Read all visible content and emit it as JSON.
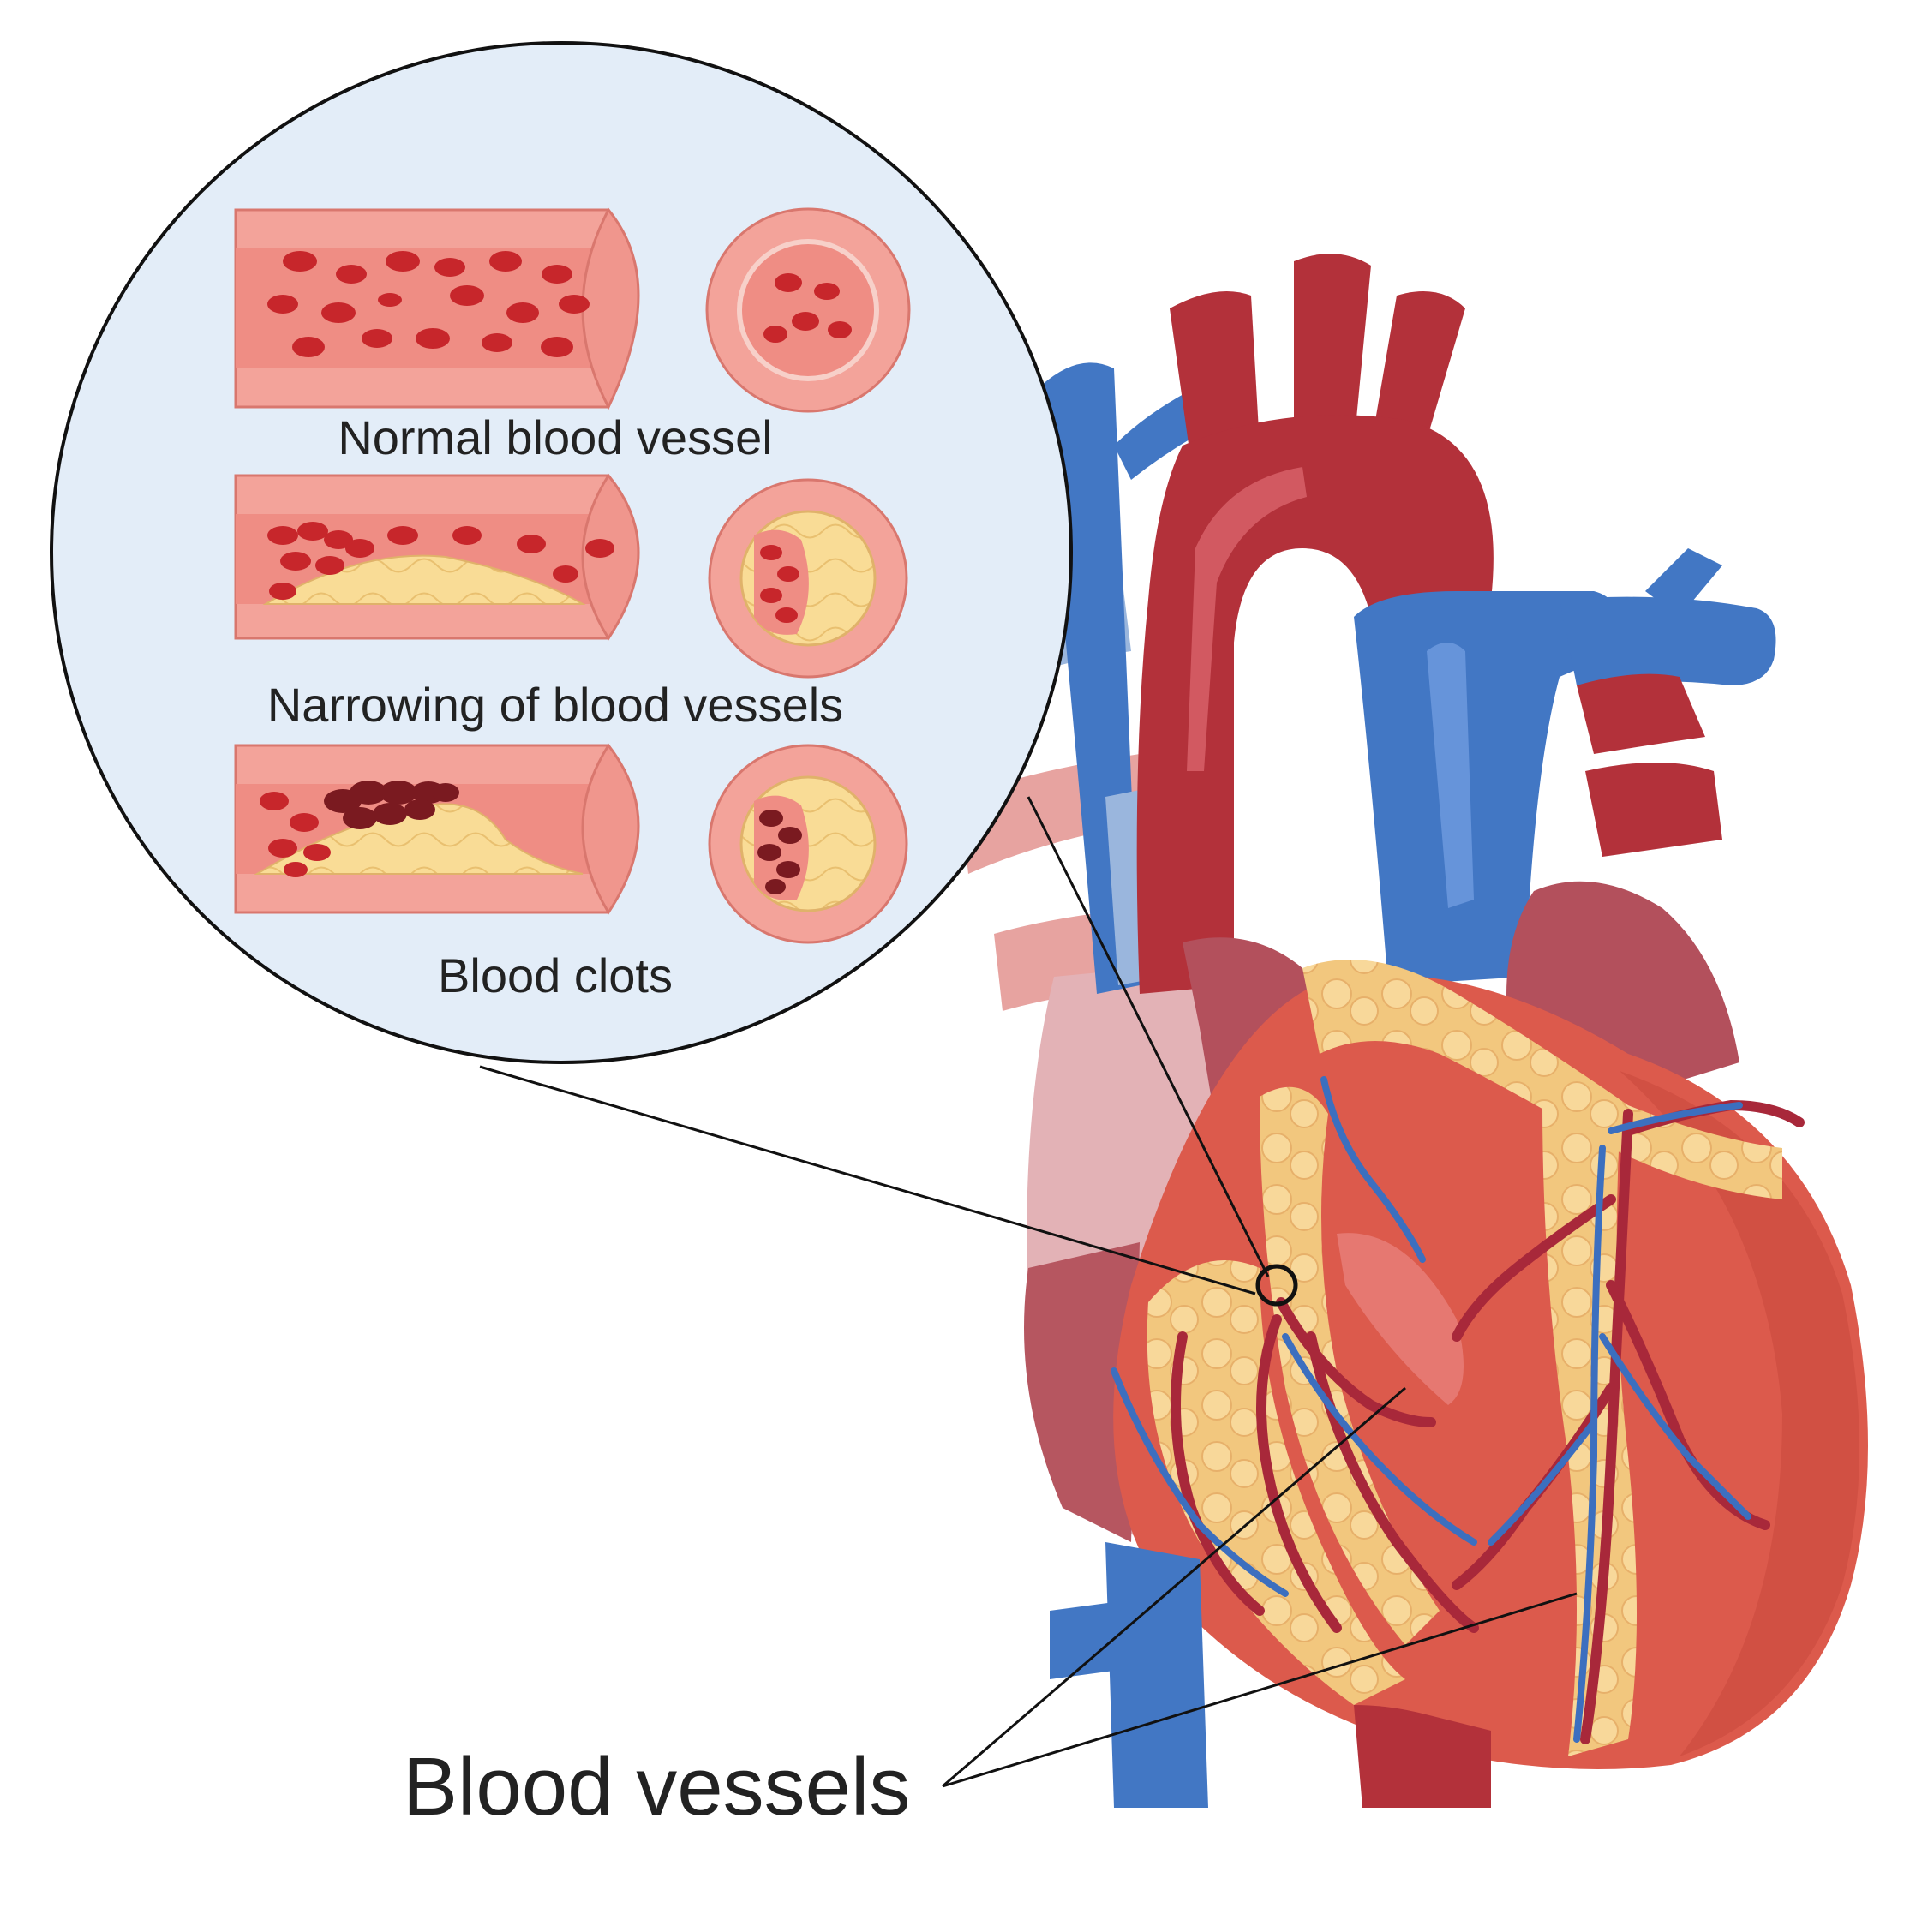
{
  "labels": {
    "normal": "Normal blood vessel",
    "narrowing": "Narrowing of blood vessels",
    "clots": "Blood clots",
    "vessels": "Blood vessels"
  },
  "colors": {
    "artery_red": "#b3313a",
    "artery_highlight": "#d9646b",
    "vein_blue": "#3c6fbf",
    "vein_highlight": "#6f9be0",
    "muscle": "#dc5a4c",
    "fat": "#f2c77e",
    "vessel_wall": "#f3a39a",
    "plaque": "#f9dc96",
    "blood_cell": "#c7262b",
    "clot": "#7a1a20",
    "inset_bg": "#e3edf8"
  }
}
